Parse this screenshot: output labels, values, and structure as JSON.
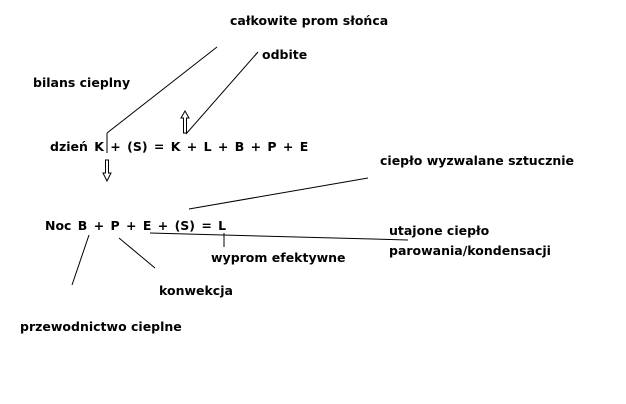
{
  "labels": {
    "total_radiation": "całkowite prom słońca",
    "reflected": "odbite",
    "heat_balance": "bilans cieplny",
    "day_equation": "dzień K + (S) = K + L + B + P + E",
    "artificial_heat": "ciepło wyzwalane sztucznie",
    "night_equation": "Noc B + P + E + (S) = L",
    "latent_heat_1": "utajone ciepło",
    "latent_heat_2": "parowania/kondensacji",
    "effective_radiation": "wyprom efektywne",
    "convection": "konwekcja",
    "conduction": "przewodnictwo cieplne"
  }
}
